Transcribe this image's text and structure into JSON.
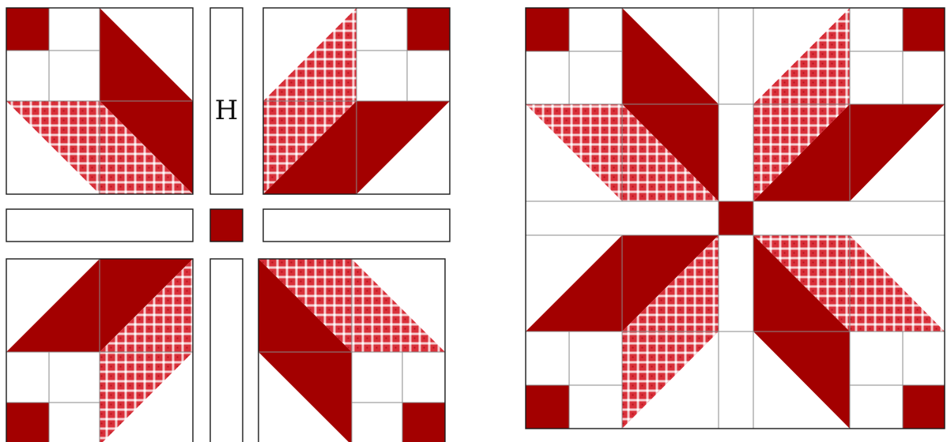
{
  "labels": {
    "sashing_letter": "H"
  },
  "colors": {
    "solid_red": "#a30000",
    "plaid_base": "#d9303a",
    "plaid_light": "#ffffff",
    "background": "#ffffff",
    "outline": "#1a1a1a",
    "seam": "#8a8a8a"
  },
  "views": [
    {
      "name": "exploded-layout",
      "blocks": 4,
      "sashing_strips": 4,
      "cornerstones": 1
    },
    {
      "name": "assembled-block",
      "star_points": 8
    }
  ]
}
